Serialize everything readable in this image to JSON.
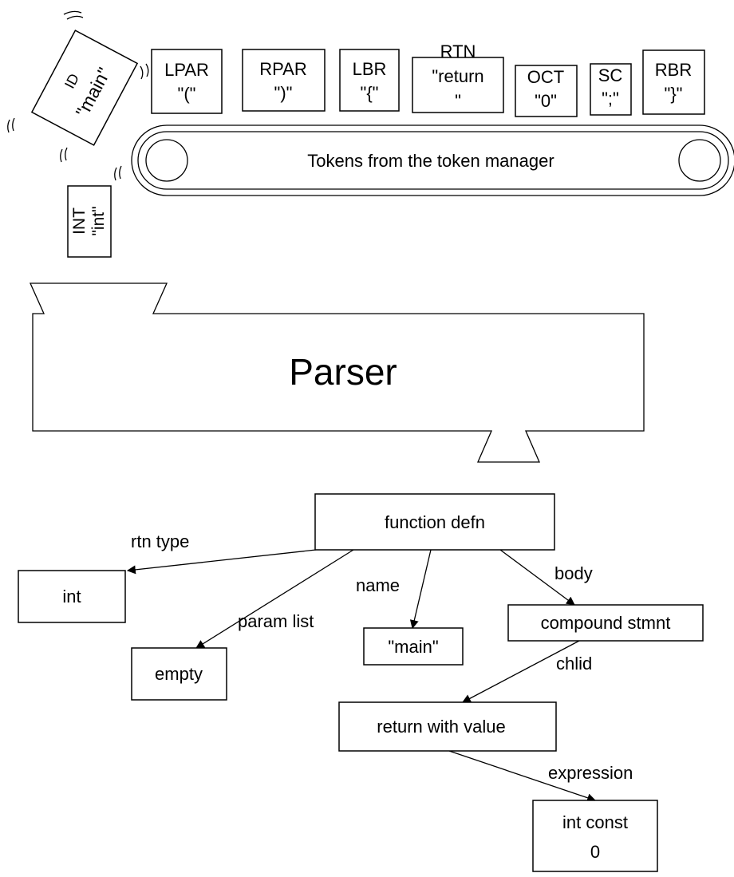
{
  "conveyor": {
    "label": "Tokens from the token manager",
    "tokens": [
      {
        "kind": "LPAR",
        "text": "\"(\""
      },
      {
        "kind": "RPAR",
        "text": "\")\""
      },
      {
        "kind": "LBR",
        "text": "\"{\""
      },
      {
        "kind": "RTN",
        "text": "\"return",
        "text2": "\""
      },
      {
        "kind": "OCT",
        "text": "\"0\""
      },
      {
        "kind": "SC",
        "text": "\";\""
      },
      {
        "kind": "RBR",
        "text": "\"}\""
      }
    ],
    "falling_tokens": [
      {
        "kind": "ID",
        "text": "\"main\""
      },
      {
        "kind": "INT",
        "text": "\"int\""
      }
    ]
  },
  "parser": {
    "label": "Parser"
  },
  "tree": {
    "nodes": {
      "function_defn": "function defn",
      "int": "int",
      "empty": "empty",
      "main": "\"main\"",
      "compound_stmnt": "compound stmnt",
      "return_with_value": "return with value",
      "int_const": "int const",
      "int_const_value": "0"
    },
    "edges": {
      "rtn_type": "rtn type",
      "param_list": "param list",
      "name": "name",
      "body": "body",
      "child": "chlid",
      "expression": "expression"
    }
  }
}
